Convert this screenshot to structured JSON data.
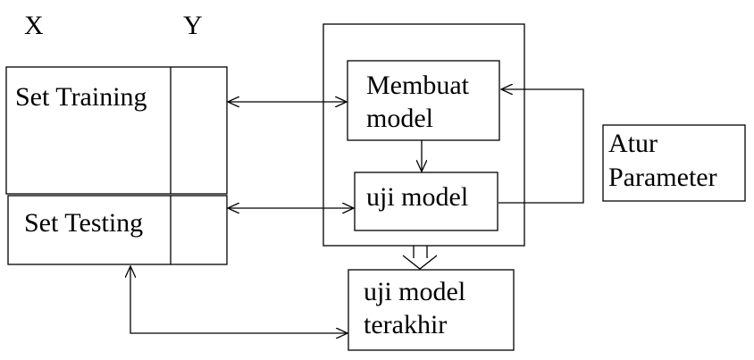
{
  "labels": {
    "x_axis": "X",
    "y_axis": "Y",
    "set_training": "Set Training",
    "set_testing": "Set Testing",
    "membuat_model_1": "Membuat",
    "membuat_model_2": "model",
    "uji_model": "uji model",
    "uji_model_terakhir_1": "uji model",
    "uji_model_terakhir_2": "terakhir",
    "atur_parameter_1": "Atur",
    "atur_parameter_2": "Parameter"
  },
  "colors": {
    "stroke": "#000000",
    "background": "#ffffff"
  }
}
